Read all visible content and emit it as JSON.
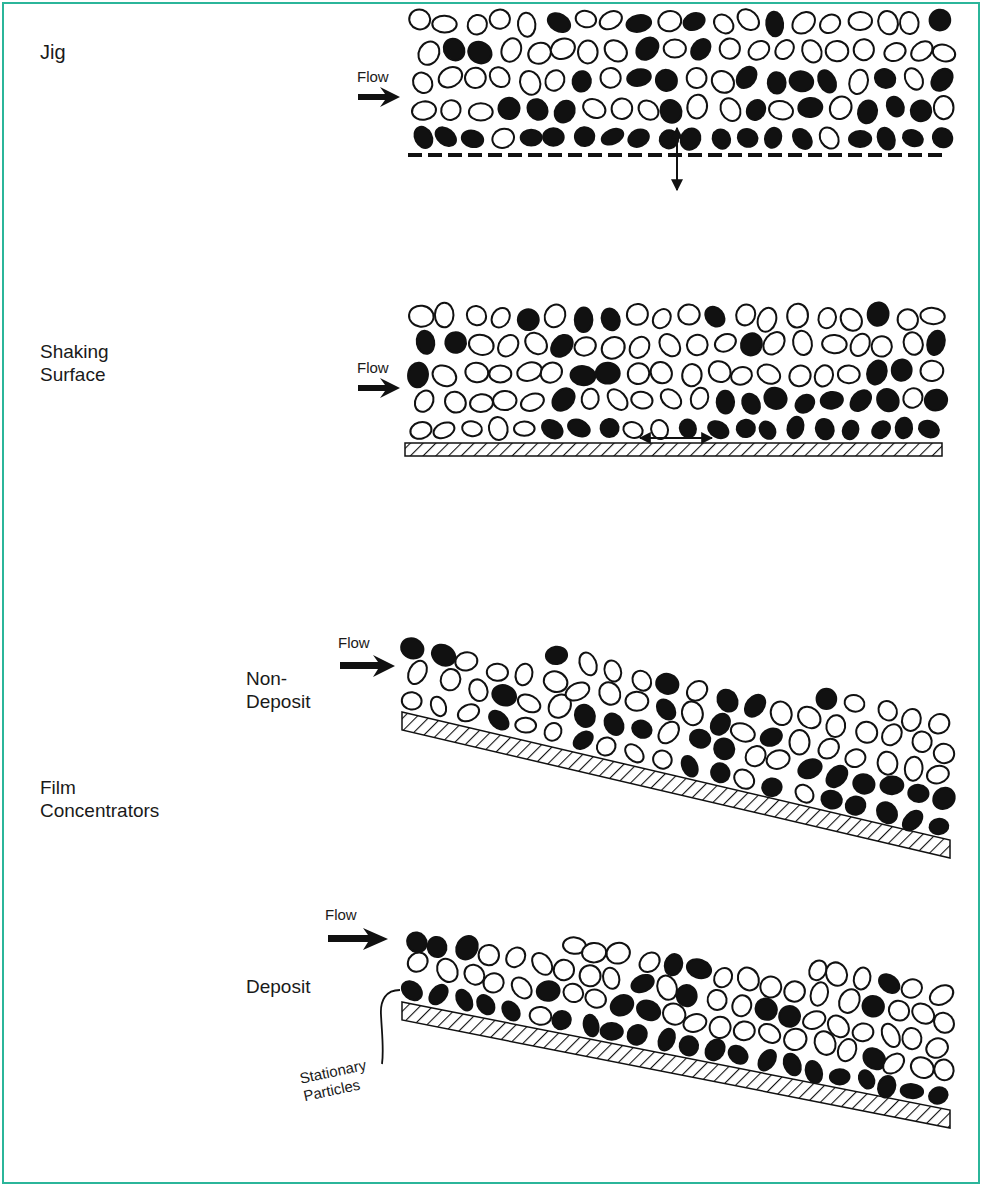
{
  "diagram": {
    "labels": [
      "Jig",
      "Flow",
      "Shaking Surface",
      "Flow",
      "Non- Deposit",
      "Film Concentrators",
      "Flow",
      "Deposit",
      "Flow",
      "Stationary Particles"
    ]
  }
}
